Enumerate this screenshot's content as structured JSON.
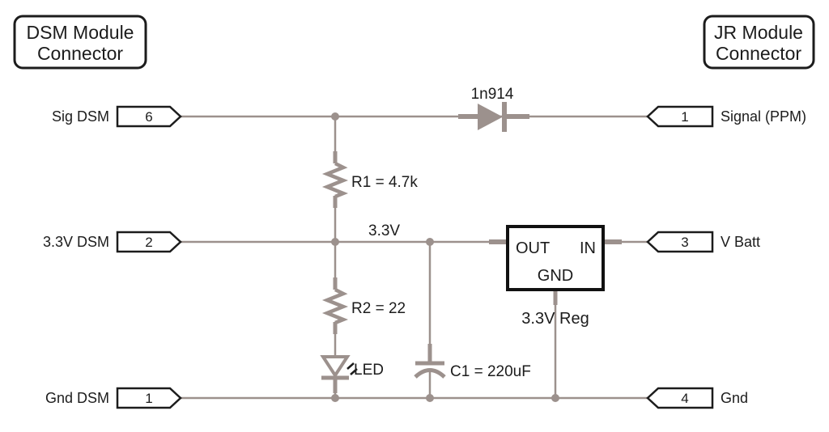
{
  "titles": {
    "left": {
      "line1": "DSM Module",
      "line2": "Connector"
    },
    "right": {
      "line1": "JR Module",
      "line2": "Connector"
    }
  },
  "left_pins": [
    {
      "label": "Sig DSM",
      "pin": "6"
    },
    {
      "label": "3.3V DSM",
      "pin": "2"
    },
    {
      "label": "Gnd DSM",
      "pin": "1"
    }
  ],
  "right_pins": [
    {
      "pin": "1",
      "label": "Signal (PPM)"
    },
    {
      "pin": "3",
      "label": "V Batt"
    },
    {
      "pin": "4",
      "label": "Gnd"
    }
  ],
  "labels": {
    "diode": "1n914",
    "r1": "R1 = 4.7k",
    "r2": "R2 = 22",
    "led": "LED",
    "capacitor": "C1 = 220uF",
    "net_3v3": "3.3V",
    "regulator": {
      "out": "OUT",
      "in": "IN",
      "gnd": "GND",
      "name": "3.3V Reg"
    }
  },
  "colors": {
    "wire": "#9c918d",
    "ink": "#1c1c1c",
    "background": "#ffffff"
  }
}
